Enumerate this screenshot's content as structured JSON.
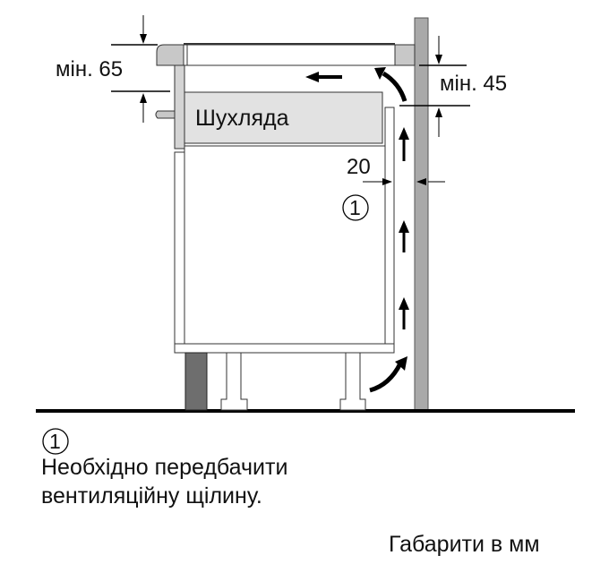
{
  "diagram": {
    "min_top_label": "мін. 65",
    "min_side_label": "мін. 45",
    "drawer_label": "Шухляда",
    "gap_label": "20",
    "callout_marker": "1",
    "colors": {
      "wall": "#a9a9a9",
      "countertop": "#c8c8c8",
      "drawer": "#e2e2e2",
      "plinth": "#6e6e6e",
      "line": "#111111"
    }
  },
  "notes": {
    "marker": "1",
    "line1": "Необхідно передбачити",
    "line2": "вентиляційну щілину.",
    "units": "Габарити в мм"
  }
}
